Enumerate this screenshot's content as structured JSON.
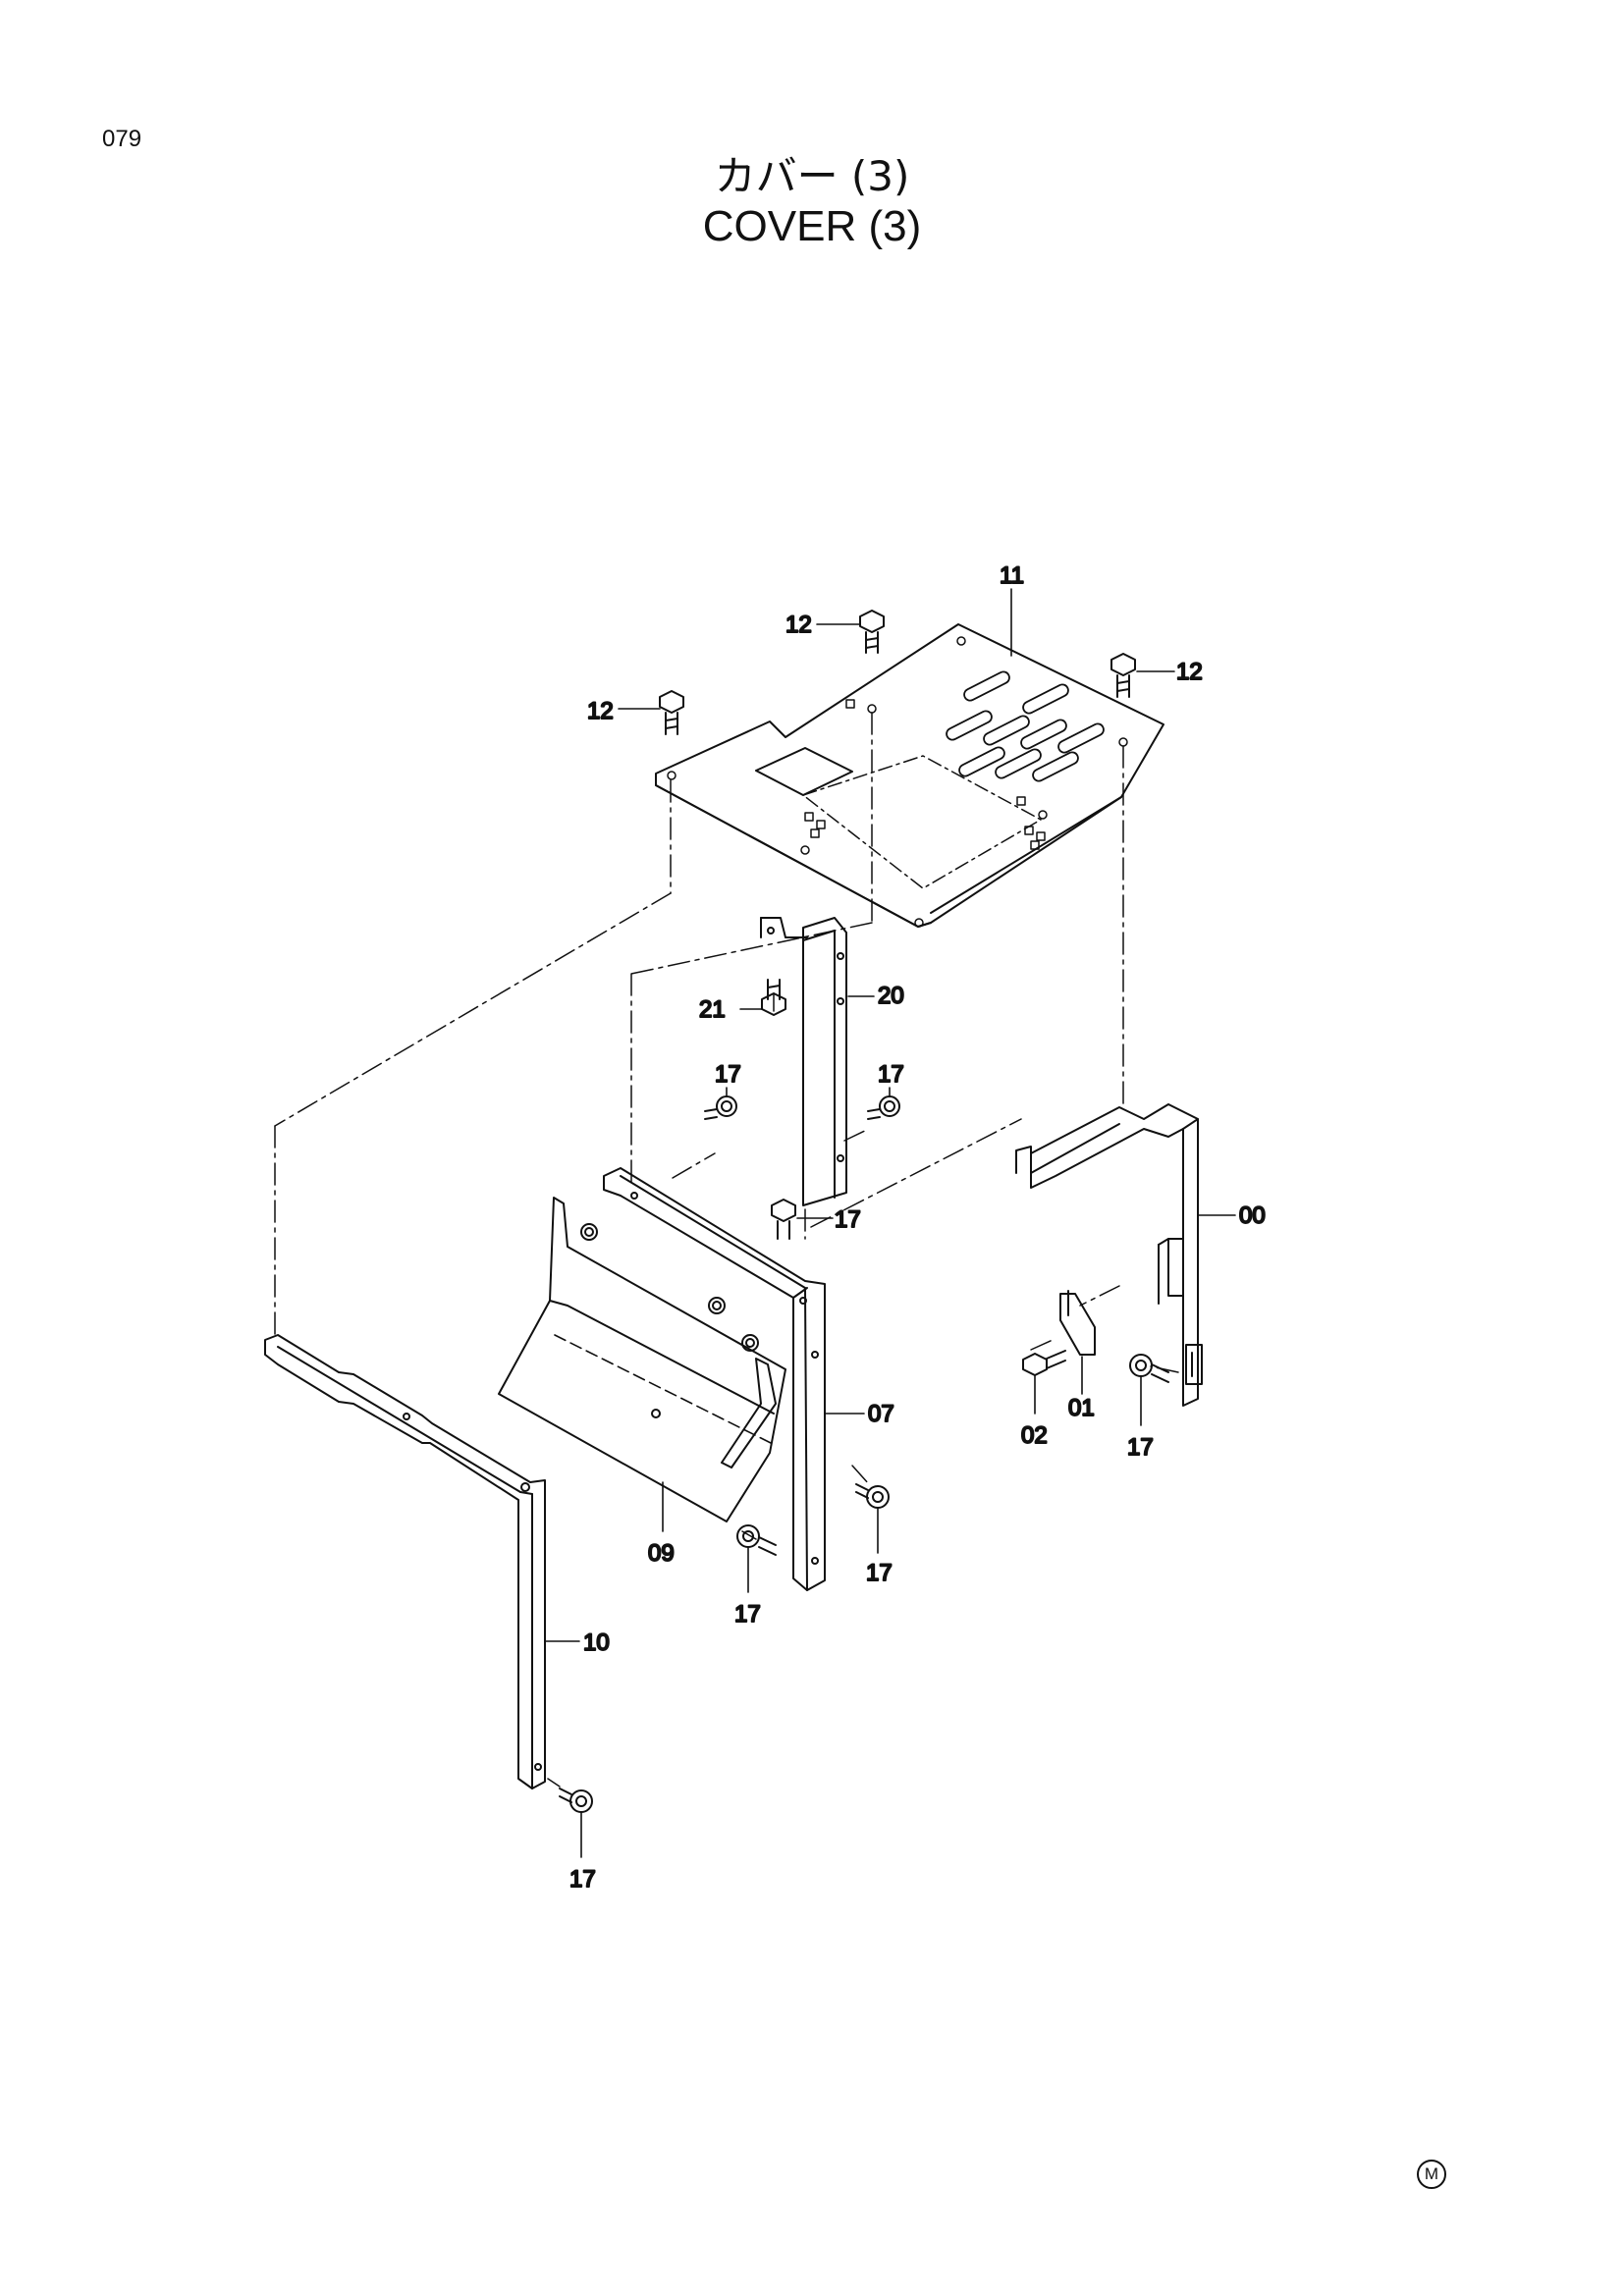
{
  "page_number": "079",
  "title_jp": "カバー (3)",
  "title_en": "COVER (3)",
  "callouts": {
    "c11": "11",
    "c12a": "12",
    "c12b": "12",
    "c12c": "12",
    "c21": "21",
    "c20": "20",
    "c17a": "17",
    "c17b": "17",
    "c17c": "17",
    "c00": "00",
    "c07": "07",
    "c01": "01",
    "c02": "02",
    "c17d": "17",
    "c09": "09",
    "c17e": "17",
    "c17f": "17",
    "c10": "10",
    "c17g": "17"
  },
  "corner_mark": "M"
}
